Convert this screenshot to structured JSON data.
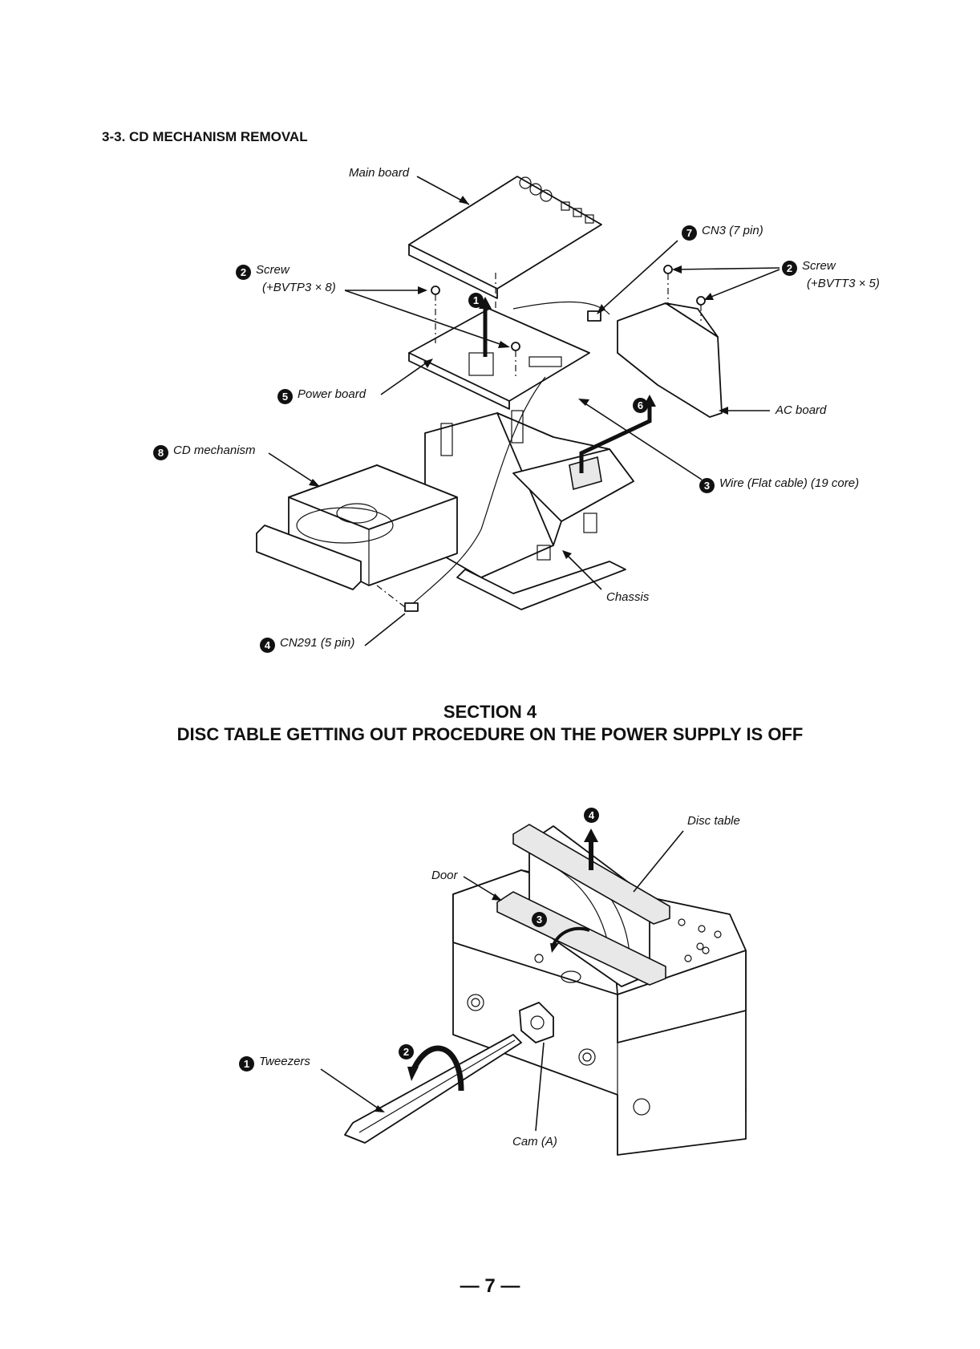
{
  "section_3_3": {
    "heading": "3-3. CD MECHANISM REMOVAL",
    "labels": {
      "main_board": "Main board",
      "screw_left_num": "2",
      "screw_left_title": "Screw",
      "screw_left_spec": "(+BVTP3 × 8)",
      "power_board_num": "5",
      "power_board": "Power board",
      "cd_mechanism_num": "8",
      "cd_mechanism": "CD mechanism",
      "cn291_num": "4",
      "cn291": "CN291 (5 pin)",
      "cn3_num": "7",
      "cn3": "CN3 (7 pin)",
      "screw_right_num": "2",
      "screw_right_title": "Screw",
      "screw_right_spec": "(+BVTT3 × 5)",
      "ac_board": "AC board",
      "wire_num": "3",
      "wire": "Wire (Flat cable) (19 core)",
      "chassis": "Chassis",
      "step1_num": "1",
      "step6_num": "6"
    }
  },
  "section_4": {
    "title_line1": "SECTION 4",
    "title_line2": "DISC TABLE GETTING OUT PROCEDURE ON THE POWER SUPPLY IS OFF",
    "labels": {
      "step4_num": "4",
      "disc_table": "Disc table",
      "door": "Door",
      "step3_num": "3",
      "step2_num": "2",
      "tweezers_num": "1",
      "tweezers": "Tweezers",
      "cam_a": "Cam (A)"
    }
  },
  "page_number": "— 7 —"
}
